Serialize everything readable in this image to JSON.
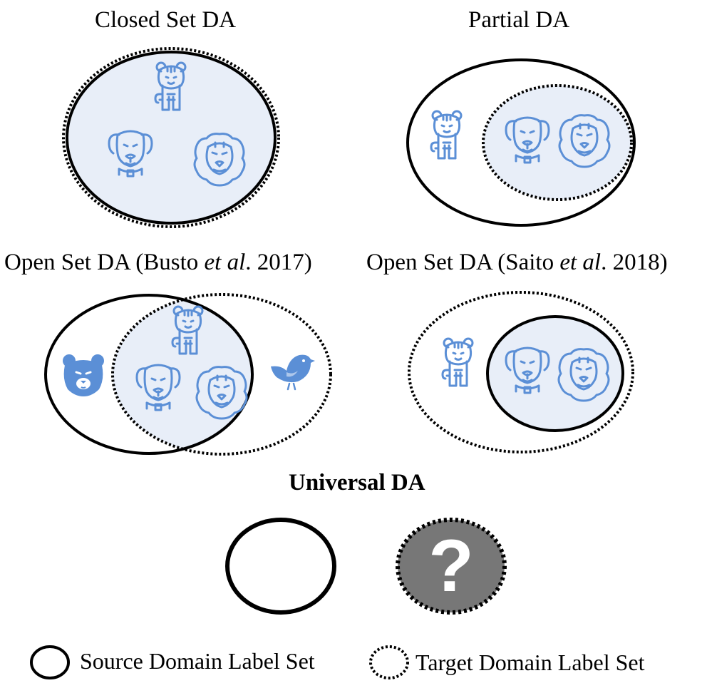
{
  "panels": {
    "closed_set": {
      "title": "Closed Set DA"
    },
    "partial": {
      "title": "Partial DA"
    },
    "open_set_busto": {
      "title_prefix": "Open Set DA (Busto ",
      "title_italic": "et al",
      "title_suffix": ". 2017)"
    },
    "open_set_saito": {
      "title_prefix": "Open Set DA (Saito ",
      "title_italic": "et al",
      "title_suffix": ". 2018)"
    },
    "universal": {
      "title": "Universal DA",
      "unknown_symbol": "?"
    }
  },
  "legend": {
    "source_label": "Source Domain Label Set",
    "target_label": "Target Domain Label Set"
  },
  "icons": [
    "tiger-icon",
    "dog-icon",
    "lion-icon",
    "bear-icon",
    "bird-icon"
  ],
  "colors": {
    "icon_blue": "#5b8fd6",
    "fill_light_blue": "#e8eef8",
    "unknown_gray": "#777777",
    "stroke": "#000000"
  }
}
